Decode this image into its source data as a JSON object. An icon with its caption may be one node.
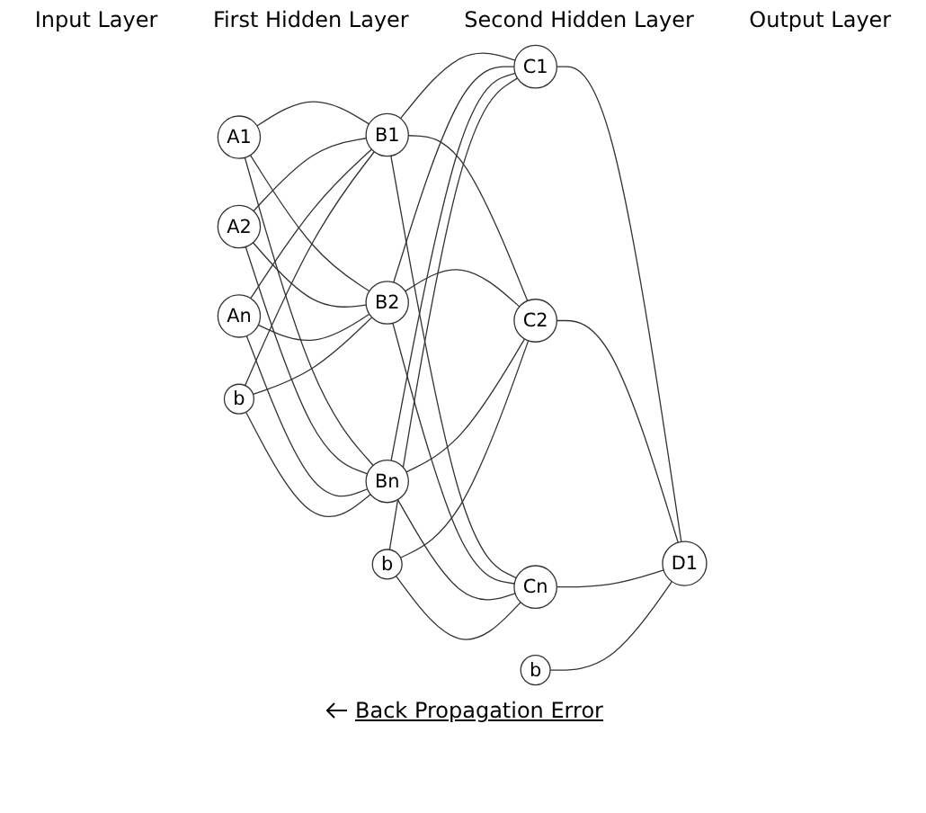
{
  "diagram": {
    "nodes": [
      {
        "text": [
          "A1"
        ]
      },
      {
        "text": [
          "A2"
        ]
      },
      {
        "text": [
          "An"
        ]
      },
      {
        "text": [
          "b"
        ]
      },
      {
        "text": [
          "B1"
        ]
      },
      {
        "text": [
          "B2"
        ]
      },
      {
        "text": [
          "Bn"
        ]
      },
      {
        "text": [
          "b"
        ]
      },
      {
        "text": [
          "C1"
        ]
      },
      {
        "text": [
          "C2"
        ]
      },
      {
        "text": [
          "Cn"
        ]
      },
      {
        "text": [
          "b"
        ]
      },
      {
        "text": [
          "D1"
        ]
      }
    ],
    "edges": [
      {
        "from": 0,
        "to": 4,
        "arrow": "none"
      },
      {
        "from": 0,
        "to": 5,
        "arrow": "none"
      },
      {
        "from": 0,
        "to": 6,
        "arrow": "none"
      },
      {
        "from": 1,
        "to": 4,
        "arrow": "none"
      },
      {
        "from": 1,
        "to": 5,
        "arrow": "none"
      },
      {
        "from": 1,
        "to": 6,
        "arrow": "none"
      },
      {
        "from": 2,
        "to": 4,
        "arrow": "none"
      },
      {
        "from": 2,
        "to": 5,
        "arrow": "none"
      },
      {
        "from": 2,
        "to": 6,
        "arrow": "none"
      },
      {
        "from": 3,
        "to": 4,
        "arrow": "none"
      },
      {
        "from": 3,
        "to": 5,
        "arrow": "none"
      },
      {
        "from": 3,
        "to": 6,
        "arrow": "none"
      },
      {
        "from": 4,
        "to": 8,
        "arrow": "none"
      },
      {
        "from": 4,
        "to": 9,
        "arrow": "none"
      },
      {
        "from": 4,
        "to": 10,
        "arrow": "none"
      },
      {
        "from": 5,
        "to": 8,
        "arrow": "none"
      },
      {
        "from": 5,
        "to": 9,
        "arrow": "none"
      },
      {
        "from": 5,
        "to": 10,
        "arrow": "none"
      },
      {
        "from": 6,
        "to": 8,
        "arrow": "none"
      },
      {
        "from": 6,
        "to": 9,
        "arrow": "none"
      },
      {
        "from": 6,
        "to": 10,
        "arrow": "none"
      },
      {
        "from": 7,
        "to": 8,
        "arrow": "none"
      },
      {
        "from": 7,
        "to": 9,
        "arrow": "none"
      },
      {
        "from": 7,
        "to": 10,
        "arrow": "none"
      },
      {
        "from": 8,
        "to": 12,
        "arrow": "none"
      },
      {
        "from": 9,
        "to": 12,
        "arrow": "none"
      },
      {
        "from": 10,
        "to": 12,
        "arrow": "none"
      },
      {
        "from": 11,
        "to": 12,
        "arrow": "none"
      }
    ],
    "labels": [
      "Input Layer",
      "First Hidden Layer",
      "Second Hidden Layer",
      "Output Layer",
      "Back Propagation Error"
    ]
  }
}
